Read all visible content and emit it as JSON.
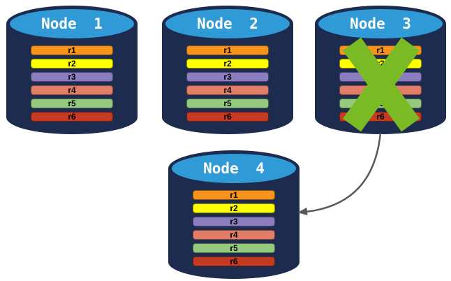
{
  "diagram": {
    "nodes": [
      {
        "title": "Node 1",
        "crossed_out": false
      },
      {
        "title": "Node 2",
        "crossed_out": false
      },
      {
        "title": "Node 3",
        "crossed_out": true
      },
      {
        "title": "Node 4",
        "crossed_out": false
      }
    ],
    "rows": [
      {
        "label": "r1",
        "color": "#F7941E"
      },
      {
        "label": "r2",
        "color": "#FFFF00"
      },
      {
        "label": "r3",
        "color": "#8C7CC0"
      },
      {
        "label": "r4",
        "color": "#E07E6A"
      },
      {
        "label": "r5",
        "color": "#94C97E"
      },
      {
        "label": "r6",
        "color": "#C53A22"
      }
    ],
    "colors": {
      "background": "#FFFFFF",
      "cylinder_body": "#1C2B4E",
      "cylinder_top": "#2F9AD6",
      "title_text": "#FFFFFF",
      "row_text": "#000000",
      "cross": "#7ABB25",
      "arrow": "#595959"
    },
    "icons": {
      "cross": "green-x-icon",
      "arrow": "curved-arrow-icon"
    }
  }
}
